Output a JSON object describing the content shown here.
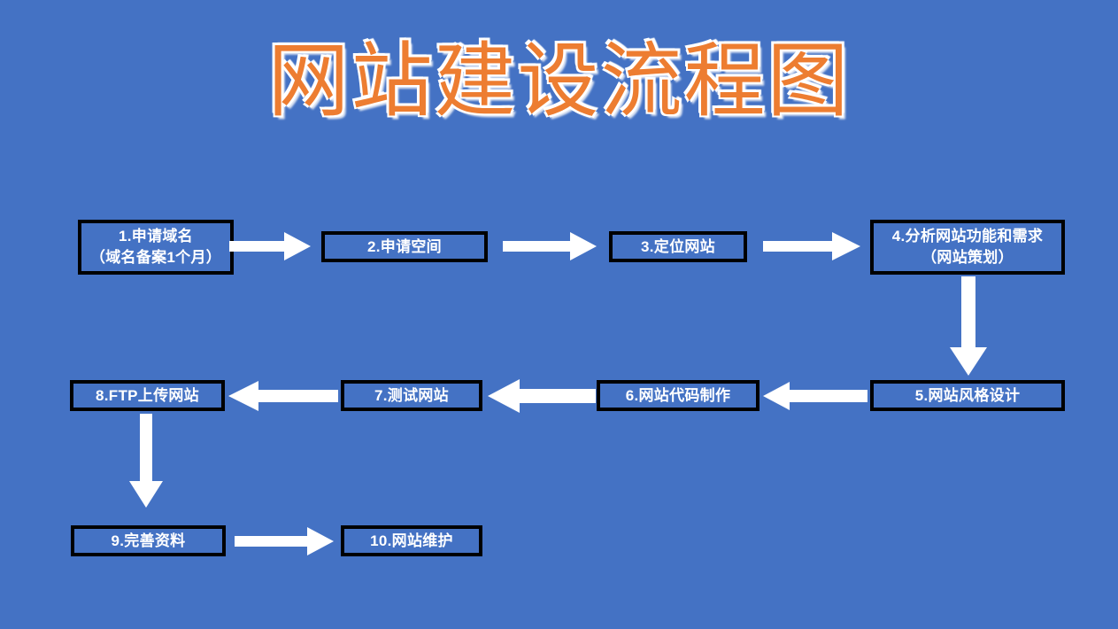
{
  "slide": {
    "background_color": "#4472C4",
    "title": "网站建设流程图",
    "title_color": "#ED7D31",
    "title_outline_color": "#FFFFFF"
  },
  "flowchart": {
    "box_fill_color": "#4472C4",
    "box_border_color": "#000000",
    "box_text_color": "#FFFFFF",
    "arrow_color": "#FFFFFF",
    "nodes": [
      {
        "id": "step-1",
        "line1": "1.申请域名",
        "line2": "（域名备案1个月）"
      },
      {
        "id": "step-2",
        "line1": "2.申请空间",
        "line2": ""
      },
      {
        "id": "step-3",
        "line1": "3.定位网站",
        "line2": ""
      },
      {
        "id": "step-4",
        "line1": "4.分析网站功能和需求",
        "line2": "（网站策划）"
      },
      {
        "id": "step-5",
        "line1": "5.网站风格设计",
        "line2": ""
      },
      {
        "id": "step-6",
        "line1": "6.网站代码制作",
        "line2": ""
      },
      {
        "id": "step-7",
        "line1": "7.测试网站",
        "line2": ""
      },
      {
        "id": "step-8",
        "line1": "8.FTP上传网站",
        "line2": ""
      },
      {
        "id": "step-9",
        "line1": "9.完善资料",
        "line2": ""
      },
      {
        "id": "step-10",
        "line1": "10.网站维护",
        "line2": ""
      }
    ],
    "connectors": [
      {
        "id": "arrow-1-to-2",
        "direction": "right"
      },
      {
        "id": "arrow-2-to-3",
        "direction": "right"
      },
      {
        "id": "arrow-3-to-4",
        "direction": "right"
      },
      {
        "id": "arrow-4-to-5",
        "direction": "down"
      },
      {
        "id": "arrow-5-to-6",
        "direction": "left"
      },
      {
        "id": "arrow-6-to-7",
        "direction": "left"
      },
      {
        "id": "arrow-7-to-8",
        "direction": "left"
      },
      {
        "id": "arrow-8-to-9",
        "direction": "down"
      },
      {
        "id": "arrow-9-to-10",
        "direction": "right"
      }
    ]
  }
}
